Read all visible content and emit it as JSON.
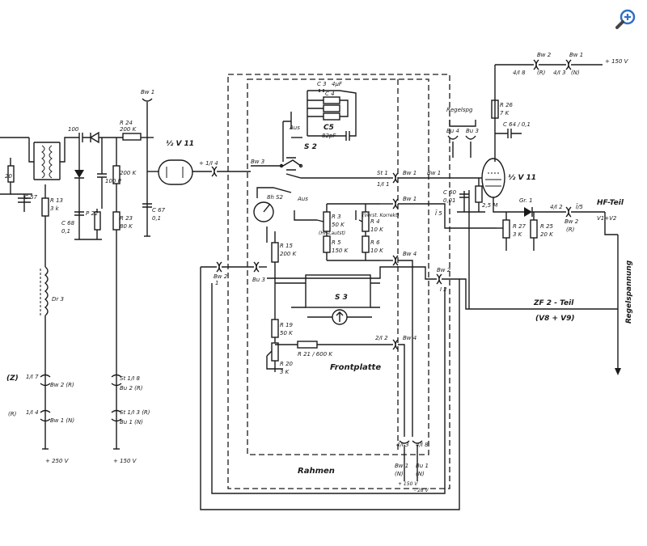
{
  "labels": {
    "rahmen": "Rahmen",
    "frontplatte": "Frontplatte",
    "regelspannung": "Regelspannung",
    "regelspg": "Regelspg",
    "hf_teil": "HF-Teil",
    "hf_teil_v": "V1+V2",
    "zf_teil": "ZF 2 - Teil",
    "zf_teil_v": "(V8 + V9)",
    "half_v11_left": "½ V 11",
    "half_v11_right": "½ V 11",
    "v150_top": "+ 150 V",
    "v150_bottom": "+ 150 V",
    "v250": "+ 250 V",
    "v150_rahmen": "+ 150 V",
    "v28": "- 28 V",
    "bw1_top": "Bw 1",
    "dr3": "Dr 3",
    "z_label": "(Z)",
    "r_label": "(R)",
    "bw2_r": "Bw 2 (R)",
    "bw1_n": "Bw 1 (N)",
    "st_18": "St 1/I 8",
    "bu2_r": "Bu 2 (R)",
    "st_113": "St 1/I 3 (R)",
    "bu1_n": "Bu 1 (N)",
    "pin_17": "1/I 7",
    "pin_14": "1/I 4",
    "pin_14b": "+ 1/I 4",
    "s2_top": "S 2",
    "s2_mid": "8h S2",
    "s3": "S 3",
    "aus": "Aus",
    "aus2": "Aus",
    "gr1": "Gr. 1",
    "hf_laut": "(HF-Lautst)",
    "verst_korr": "(Verst. Korrekt)",
    "c5": "C5",
    "c5_val": "82pF",
    "c3": "C 3",
    "c3_val": "4μF",
    "c4": "C 4",
    "r24": "R 24",
    "r24_val": "200 K",
    "r22_val": "200 K",
    "r23": "R 23",
    "r23_val": "80 K",
    "r13": "R 13",
    "r13_val": "3 k",
    "c57": "C 57",
    "c68": "C 68",
    "c68_val": "0,1",
    "c67": "C 67",
    "c67_val": "0,1",
    "p22": "P 22",
    "c100": "100",
    "c100b": "100 P",
    "r20": "20",
    "r15": "R 15",
    "r15_val": "200 K",
    "r19": "R 19",
    "r19_val": "50 K",
    "r21": "R 21 / 600 K",
    "r20b": "R 20",
    "r20b_val": "3 K",
    "r3": "R 3",
    "r3_val": "50 K",
    "r5": "R 5",
    "r5_val": "150 K",
    "r4": "R 4",
    "r4_val": "10 K",
    "r6": "R 6",
    "r6_val": "10 K",
    "r27": "R 27",
    "r27_val": "3 K",
    "r25": "R 25",
    "r25_val": "20 K",
    "r26": "R 26",
    "r26_val": "7 K",
    "r28_val": "2,5 M",
    "c60": "C 60",
    "c60_val": "0,01",
    "c64": "C 64 / 0,1",
    "bu4": "Bu 4",
    "bu3": "Bu 3",
    "bw2_tr": "Bw 2",
    "bw1_tr": "Bw 1",
    "r_tr": "(R)",
    "n_tr": "(N)",
    "pin_18": "4/I 8",
    "pin_113": "4/I 3",
    "bw2_hf": "Bw 2",
    "bw2_hf_r": "(R)",
    "pin_hf_a": "4/I 2",
    "pin_hf_b": "Ī/5",
    "bw1_mid": "Bw 1",
    "bw1_mid2": "Bw 1",
    "st_i1": "St 1",
    "st_i2": "Bw 1",
    "st_i5": "Ī 5",
    "bw3": "Bw 3",
    "bw2_l": "Bw 2",
    "bu3_l": "Bu 3",
    "bw2_mid": "Bw 2",
    "bw4_a": "Bw 4",
    "bw4_b": "Bw 4",
    "bw1_bot": "Bw 1",
    "bu1_bot": "Bu 1",
    "n_bot": "(N)",
    "n_bot2": "(N)",
    "pin_3": "4/I 3",
    "pin_8": "4/I 8",
    "one_1": "1",
    "zweite": "I 2",
    "pin_11": "1/I 1",
    "pin_12": "2/I 2"
  },
  "icons": {
    "zoom": "magnifier-plus-icon"
  },
  "colors": {
    "ink": "#1a1a1a",
    "paper": "#ffffff",
    "zoom_blue": "#2f6fc4"
  }
}
